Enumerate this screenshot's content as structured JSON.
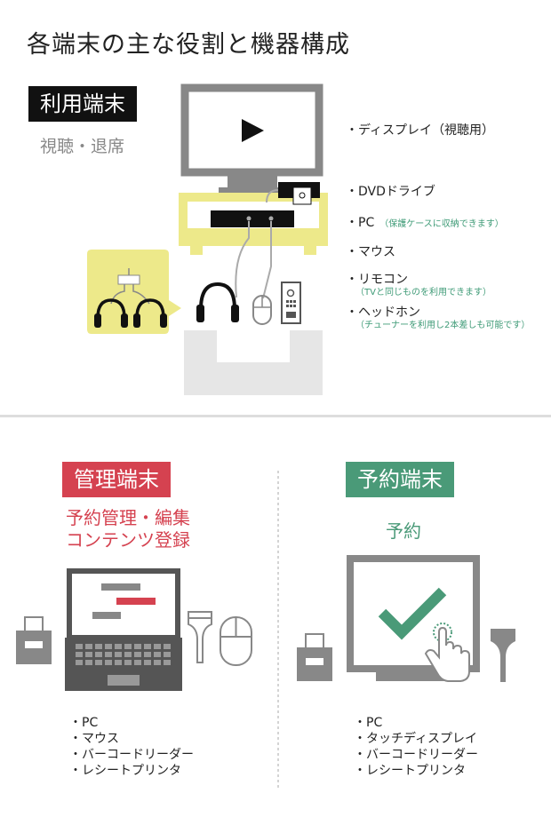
{
  "page_title": "各端末の主な役割と機器構成",
  "user_terminal": {
    "label": "利用端末",
    "role": "視聴・退席",
    "items": [
      {
        "name": "・ディスプレイ（視聴用）",
        "note": ""
      },
      {
        "name": "・DVDドライブ",
        "note": ""
      },
      {
        "name": "・PC",
        "note": "（保護ケースに収納できます）"
      },
      {
        "name": "・マウス",
        "note": ""
      },
      {
        "name": "・リモコン",
        "note": "（TVと同じものを利用できます）"
      },
      {
        "name": "・ヘッドホン",
        "note": "（チューナーを利用し2本差しも可能です）"
      }
    ]
  },
  "admin_terminal": {
    "label": "管理端末",
    "role_line1": "予約管理・編集",
    "role_line2": "コンテンツ登録",
    "items": [
      "・PC",
      "・マウス",
      "・バーコードリーダー",
      "・レシートプリンタ"
    ]
  },
  "reservation_terminal": {
    "label": "予約端末",
    "role": "予約",
    "items": [
      "・PC",
      "・タッチディスプレイ",
      "・バーコードリーダー",
      "・レシートプリンタ"
    ]
  },
  "colors": {
    "black_badge": "#111111",
    "red_accent": "#d54250",
    "green_accent": "#4a9a78",
    "yellow_stand": "#ede98a",
    "gray_device": "#888888",
    "light_gray": "#e6e6e6"
  }
}
